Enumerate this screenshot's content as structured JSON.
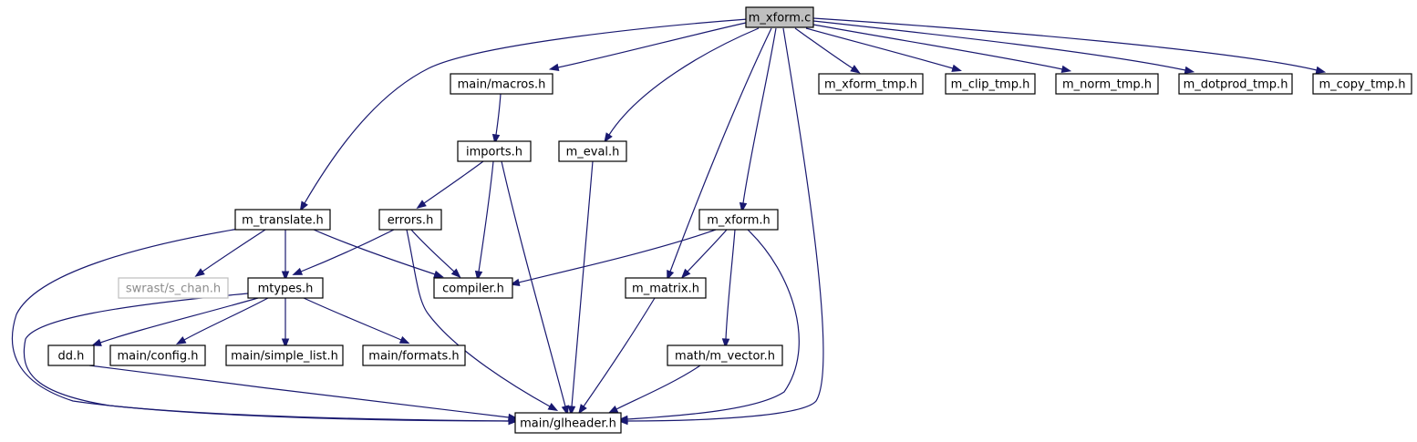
{
  "graph": {
    "title": "m_xform.c",
    "nodes": {
      "m_xform_c": "m_xform.c",
      "main_macros_h": "main/macros.h",
      "imports_h": "imports.h",
      "m_eval_h": "m_eval.h",
      "m_xform_tmp_h": "m_xform_tmp.h",
      "m_clip_tmp_h": "m_clip_tmp.h",
      "m_norm_tmp_h": "m_norm_tmp.h",
      "m_dotprod_tmp_h": "m_dotprod_tmp.h",
      "m_copy_tmp_h": "m_copy_tmp.h",
      "m_translate_h": "m_translate.h",
      "errors_h": "errors.h",
      "m_xform_h": "m_xform.h",
      "swrast_s_chan_h": "swrast/s_chan.h",
      "mtypes_h": "mtypes.h",
      "compiler_h": "compiler.h",
      "m_matrix_h": "m_matrix.h",
      "dd_h": "dd.h",
      "main_config_h": "main/config.h",
      "main_simple_list_h": "main/simple_list.h",
      "main_formats_h": "main/formats.h",
      "math_m_vector_h": "math/m_vector.h",
      "main_glheader_h": "main/glheader.h"
    },
    "muted_nodes": [
      "swrast_s_chan_h"
    ],
    "edges": [
      [
        "m_xform_c",
        "main_macros_h"
      ],
      [
        "m_xform_c",
        "m_eval_h"
      ],
      [
        "m_xform_c",
        "m_translate_h"
      ],
      [
        "m_xform_c",
        "m_xform_h"
      ],
      [
        "m_xform_c",
        "m_matrix_h"
      ],
      [
        "m_xform_c",
        "main_glheader_h"
      ],
      [
        "m_xform_c",
        "m_xform_tmp_h"
      ],
      [
        "m_xform_c",
        "m_clip_tmp_h"
      ],
      [
        "m_xform_c",
        "m_norm_tmp_h"
      ],
      [
        "m_xform_c",
        "m_dotprod_tmp_h"
      ],
      [
        "m_xform_c",
        "m_copy_tmp_h"
      ],
      [
        "main_macros_h",
        "imports_h"
      ],
      [
        "imports_h",
        "errors_h"
      ],
      [
        "imports_h",
        "compiler_h"
      ],
      [
        "imports_h",
        "main_glheader_h"
      ],
      [
        "m_eval_h",
        "main_glheader_h"
      ],
      [
        "errors_h",
        "mtypes_h"
      ],
      [
        "errors_h",
        "compiler_h"
      ],
      [
        "errors_h",
        "main_glheader_h"
      ],
      [
        "m_translate_h",
        "swrast_s_chan_h"
      ],
      [
        "m_translate_h",
        "mtypes_h"
      ],
      [
        "m_translate_h",
        "compiler_h"
      ],
      [
        "m_translate_h",
        "main_glheader_h"
      ],
      [
        "m_xform_h",
        "compiler_h"
      ],
      [
        "m_xform_h",
        "m_matrix_h"
      ],
      [
        "m_xform_h",
        "math_m_vector_h"
      ],
      [
        "m_xform_h",
        "main_glheader_h"
      ],
      [
        "mtypes_h",
        "dd_h"
      ],
      [
        "mtypes_h",
        "main_config_h"
      ],
      [
        "mtypes_h",
        "main_simple_list_h"
      ],
      [
        "mtypes_h",
        "main_formats_h"
      ],
      [
        "mtypes_h",
        "main_glheader_h"
      ],
      [
        "m_matrix_h",
        "main_glheader_h"
      ],
      [
        "dd_h",
        "main_glheader_h"
      ],
      [
        "math_m_vector_h",
        "main_glheader_h"
      ]
    ]
  }
}
